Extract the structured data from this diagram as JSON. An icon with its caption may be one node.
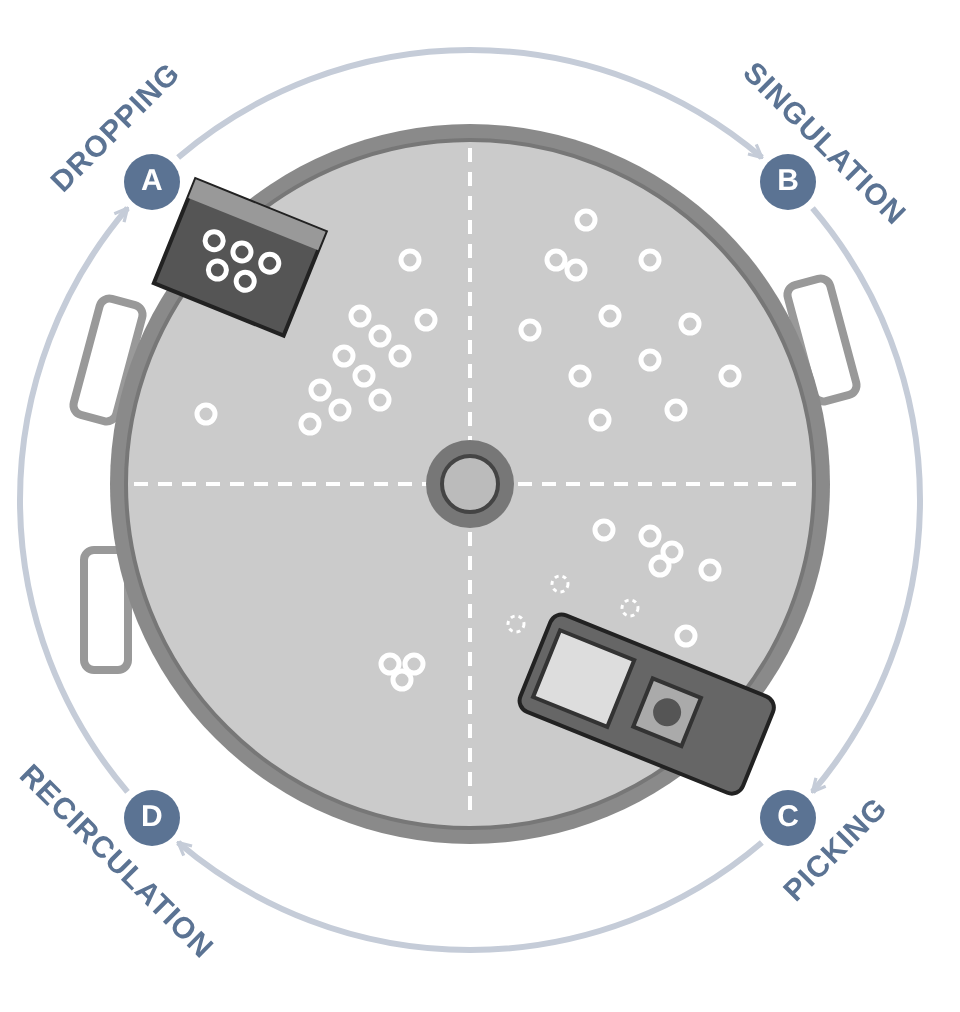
{
  "diagram": {
    "nodes": [
      {
        "text": [
          "A"
        ],
        "beside": [
          "DROPPING"
        ]
      },
      {
        "text": [
          "B"
        ],
        "beside": [
          "SINGULATION"
        ]
      },
      {
        "text": [
          "C"
        ],
        "beside": [
          "PICKING"
        ]
      },
      {
        "text": [
          "D"
        ],
        "beside": [
          "RECIRCULATION"
        ]
      }
    ],
    "edges": [
      {
        "from": 0,
        "to": 1,
        "arrow": "to"
      },
      {
        "from": 1,
        "to": 2,
        "arrow": "to"
      },
      {
        "from": 2,
        "to": 3,
        "arrow": "to"
      },
      {
        "from": 3,
        "to": 0,
        "arrow": "to"
      }
    ]
  }
}
